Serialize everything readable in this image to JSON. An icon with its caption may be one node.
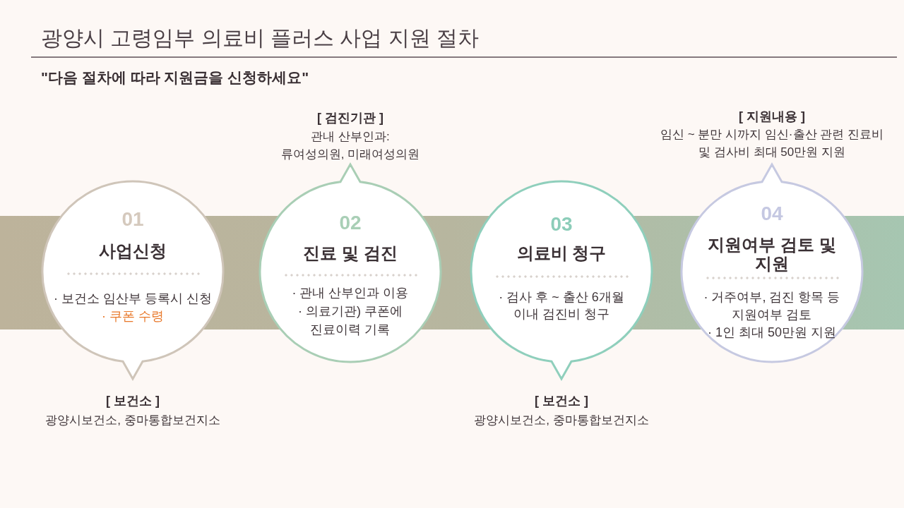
{
  "diagram": {
    "title": "광양시 고령임부 의료비 플러스 사업 지원 절차",
    "nodes": [
      {
        "text": [
          "01",
          "사업신청",
          "· 보건소 임산부 등록시 신청",
          "· 쿠폰 수령"
        ],
        "beside": [
          "[ 보건소 ]",
          "광양시보건소, 중마통합보건지소"
        ]
      },
      {
        "text": [
          "02",
          "진료 및 검진",
          "· 관내 산부인과 이용",
          "· 의료기관) 쿠폰에 진료이력 기록"
        ],
        "beside": [
          "[ 검진기관 ]",
          "관내 산부인과: 류여성의원, 미래여성의원"
        ]
      },
      {
        "text": [
          "03",
          "의료비 청구",
          "· 검사 후 ~ 출산 6개월 이내 검진비 청구"
        ],
        "beside": [
          "[ 보건소 ]",
          "광양시보건소, 중마통합보건지소"
        ]
      },
      {
        "text": [
          "04",
          "지원여부 검토 및 지원",
          "· 거주여부, 검진 항목 등 지원여부 검토",
          "· 1인 최대 50만원 지원"
        ],
        "beside": [
          "[ 지원내용 ]",
          "임신 ~ 분만 시까지 임신·출산 관련 진료비 및 검사비 최대 50만원 지원"
        ]
      }
    ],
    "labels": [
      "\"다음 절차에 따라 지원금을 신청하세요\""
    ]
  }
}
